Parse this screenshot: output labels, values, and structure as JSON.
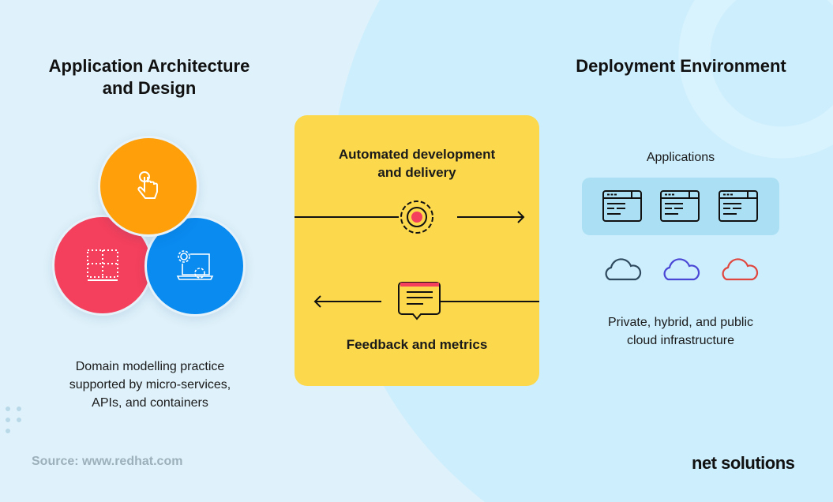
{
  "left": {
    "title_line1": "Application Architecture",
    "title_line2": "and Design",
    "desc_line1": "Domain modelling practice",
    "desc_line2": "supported by micro-services,",
    "desc_line3": "APIs, and containers"
  },
  "center": {
    "top_label_line1": "Automated development",
    "top_label_line2": "and delivery",
    "bottom_label": "Feedback and metrics"
  },
  "right": {
    "title": "Deployment Environment",
    "apps_label": "Applications",
    "cloud_label_line1": "Private, hybrid, and public",
    "cloud_label_line2": "cloud infrastructure"
  },
  "footer": {
    "source": "Source: www.redhat.com",
    "logo": "net solutions"
  },
  "colors": {
    "orange": "#ff9f0a",
    "red": "#f4405c",
    "blue": "#0a8bf0",
    "yellow": "#fbd84c",
    "cloud1": "#2f4a5e",
    "cloud2": "#4a47d6",
    "cloud3": "#e0463e"
  }
}
